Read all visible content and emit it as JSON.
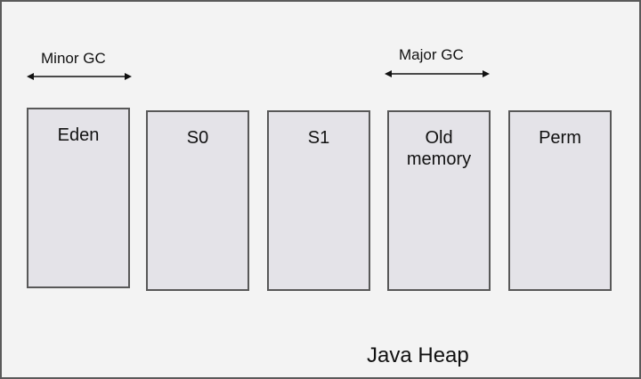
{
  "minor_gc": {
    "label": "Minor GC"
  },
  "major_gc": {
    "label": "Major GC"
  },
  "regions": [
    {
      "label": "Eden"
    },
    {
      "label": "S0"
    },
    {
      "label": "S1"
    },
    {
      "label": "Old\nmemory"
    },
    {
      "label": "Perm"
    }
  ],
  "heap_label": "Java Heap",
  "colors": {
    "region_fill": "#e4e3e8",
    "region_border": "#585858",
    "frame_border": "#5a5a5a"
  }
}
